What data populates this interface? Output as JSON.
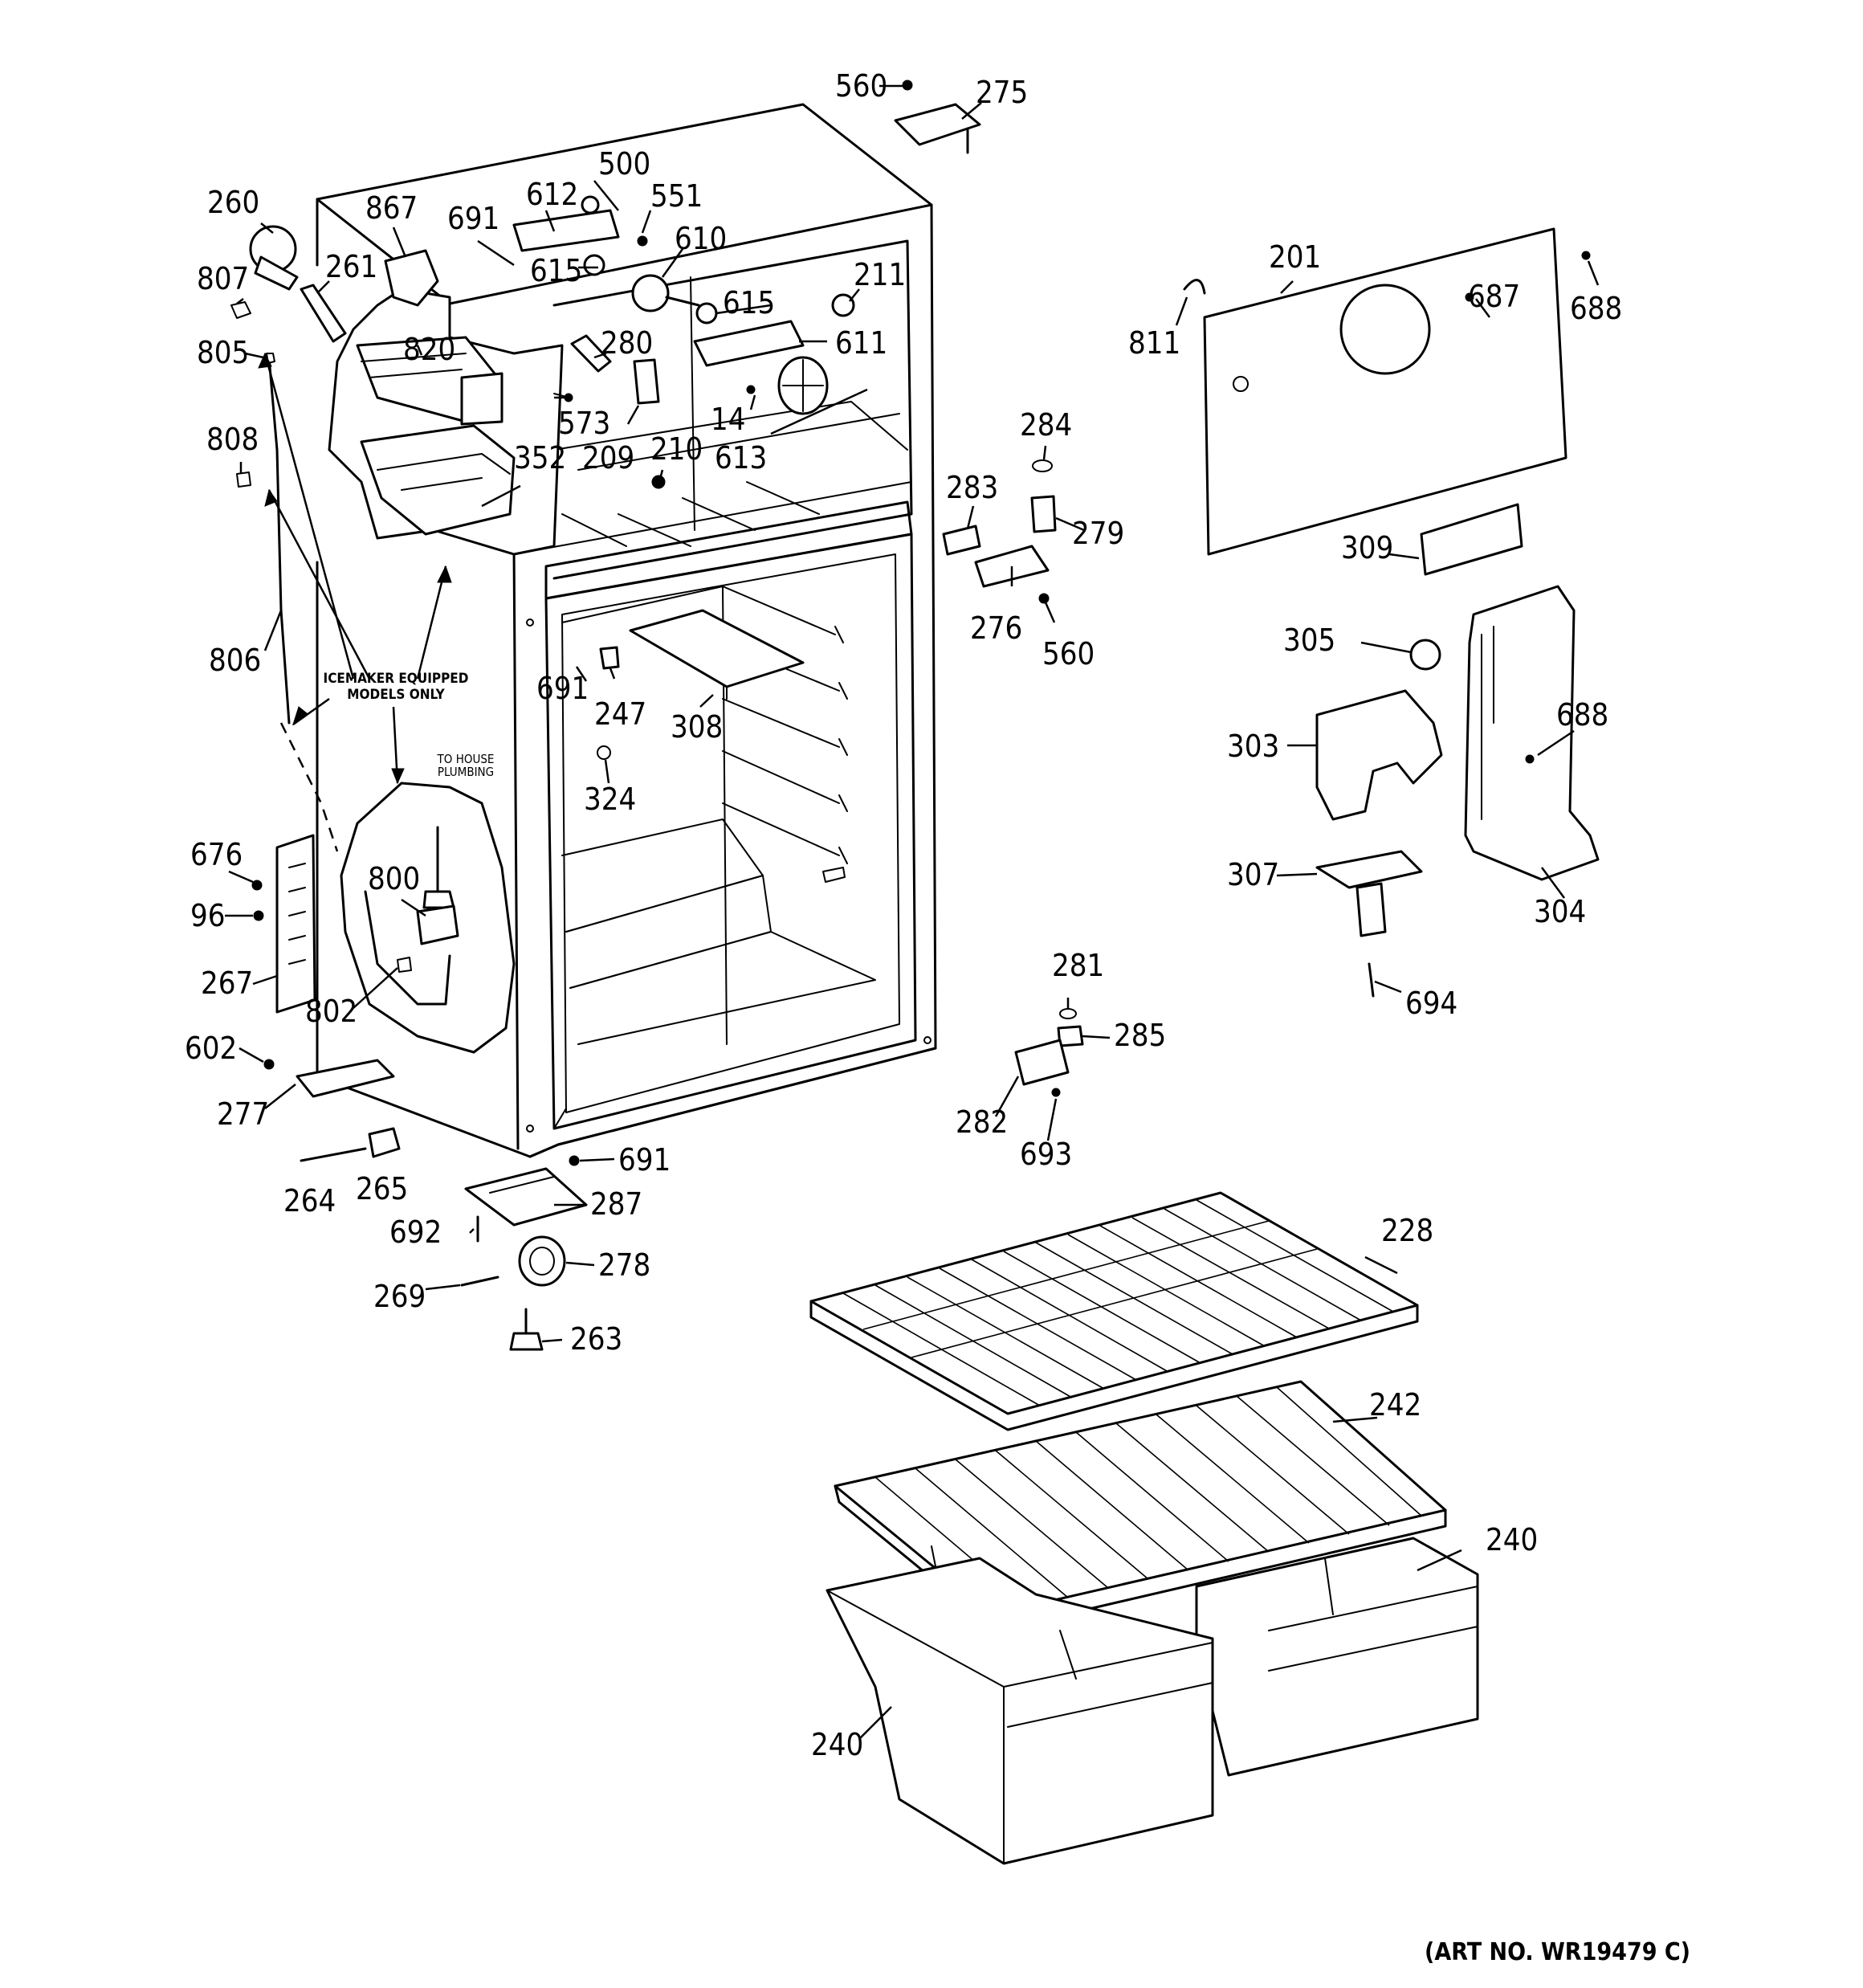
{
  "document": {
    "art_number": "(ART NO. WR19479 C)",
    "notes": {
      "icemaker_line1": "ICEMAKER EQUIPPED",
      "icemaker_line2": "MODELS ONLY",
      "plumbing_line1": "TO HOUSE",
      "plumbing_line2": "PLUMBING"
    }
  },
  "labels": [
    {
      "id": "p560a",
      "text": "560"
    },
    {
      "id": "p275",
      "text": "275"
    },
    {
      "id": "p500",
      "text": "500"
    },
    {
      "id": "p612",
      "text": "612"
    },
    {
      "id": "p551",
      "text": "551"
    },
    {
      "id": "p691a",
      "text": "691"
    },
    {
      "id": "p610",
      "text": "610"
    },
    {
      "id": "p615a",
      "text": "615"
    },
    {
      "id": "p211",
      "text": "211"
    },
    {
      "id": "p615b",
      "text": "615"
    },
    {
      "id": "p611",
      "text": "611"
    },
    {
      "id": "p260",
      "text": "260"
    },
    {
      "id": "p867",
      "text": "867"
    },
    {
      "id": "p807",
      "text": "807"
    },
    {
      "id": "p261",
      "text": "261"
    },
    {
      "id": "p805",
      "text": "805"
    },
    {
      "id": "p820",
      "text": "820"
    },
    {
      "id": "p280",
      "text": "280"
    },
    {
      "id": "p573",
      "text": "573"
    },
    {
      "id": "p14",
      "text": "14"
    },
    {
      "id": "p209",
      "text": "209"
    },
    {
      "id": "p613",
      "text": "613"
    },
    {
      "id": "p210",
      "text": "210"
    },
    {
      "id": "p808",
      "text": "808"
    },
    {
      "id": "p352",
      "text": "352"
    },
    {
      "id": "p201",
      "text": "201"
    },
    {
      "id": "p811",
      "text": "811"
    },
    {
      "id": "p687",
      "text": "687"
    },
    {
      "id": "p688a",
      "text": "688"
    },
    {
      "id": "p284",
      "text": "284"
    },
    {
      "id": "p283",
      "text": "283"
    },
    {
      "id": "p279",
      "text": "279"
    },
    {
      "id": "p309",
      "text": "309"
    },
    {
      "id": "p276",
      "text": "276"
    },
    {
      "id": "p560b",
      "text": "560"
    },
    {
      "id": "p305",
      "text": "305"
    },
    {
      "id": "p806",
      "text": "806"
    },
    {
      "id": "p691b",
      "text": "691"
    },
    {
      "id": "p247",
      "text": "247"
    },
    {
      "id": "p308",
      "text": "308"
    },
    {
      "id": "p324",
      "text": "324"
    },
    {
      "id": "p303",
      "text": "303"
    },
    {
      "id": "p688b",
      "text": "688"
    },
    {
      "id": "p676",
      "text": "676"
    },
    {
      "id": "p800",
      "text": "800"
    },
    {
      "id": "p96",
      "text": "96"
    },
    {
      "id": "p267",
      "text": "267"
    },
    {
      "id": "p802",
      "text": "802"
    },
    {
      "id": "p307",
      "text": "307"
    },
    {
      "id": "p304",
      "text": "304"
    },
    {
      "id": "p281",
      "text": "281"
    },
    {
      "id": "p694",
      "text": "694"
    },
    {
      "id": "p285",
      "text": "285"
    },
    {
      "id": "p602",
      "text": "602"
    },
    {
      "id": "p277",
      "text": "277"
    },
    {
      "id": "p282",
      "text": "282"
    },
    {
      "id": "p693",
      "text": "693"
    },
    {
      "id": "p691c",
      "text": "691"
    },
    {
      "id": "p264",
      "text": "264"
    },
    {
      "id": "p265",
      "text": "265"
    },
    {
      "id": "p287",
      "text": "287"
    },
    {
      "id": "p692",
      "text": "692"
    },
    {
      "id": "p228",
      "text": "228"
    },
    {
      "id": "p278",
      "text": "278"
    },
    {
      "id": "p269",
      "text": "269"
    },
    {
      "id": "p263",
      "text": "263"
    },
    {
      "id": "p242",
      "text": "242"
    },
    {
      "id": "p240a",
      "text": "240"
    },
    {
      "id": "p240b",
      "text": "240"
    }
  ]
}
